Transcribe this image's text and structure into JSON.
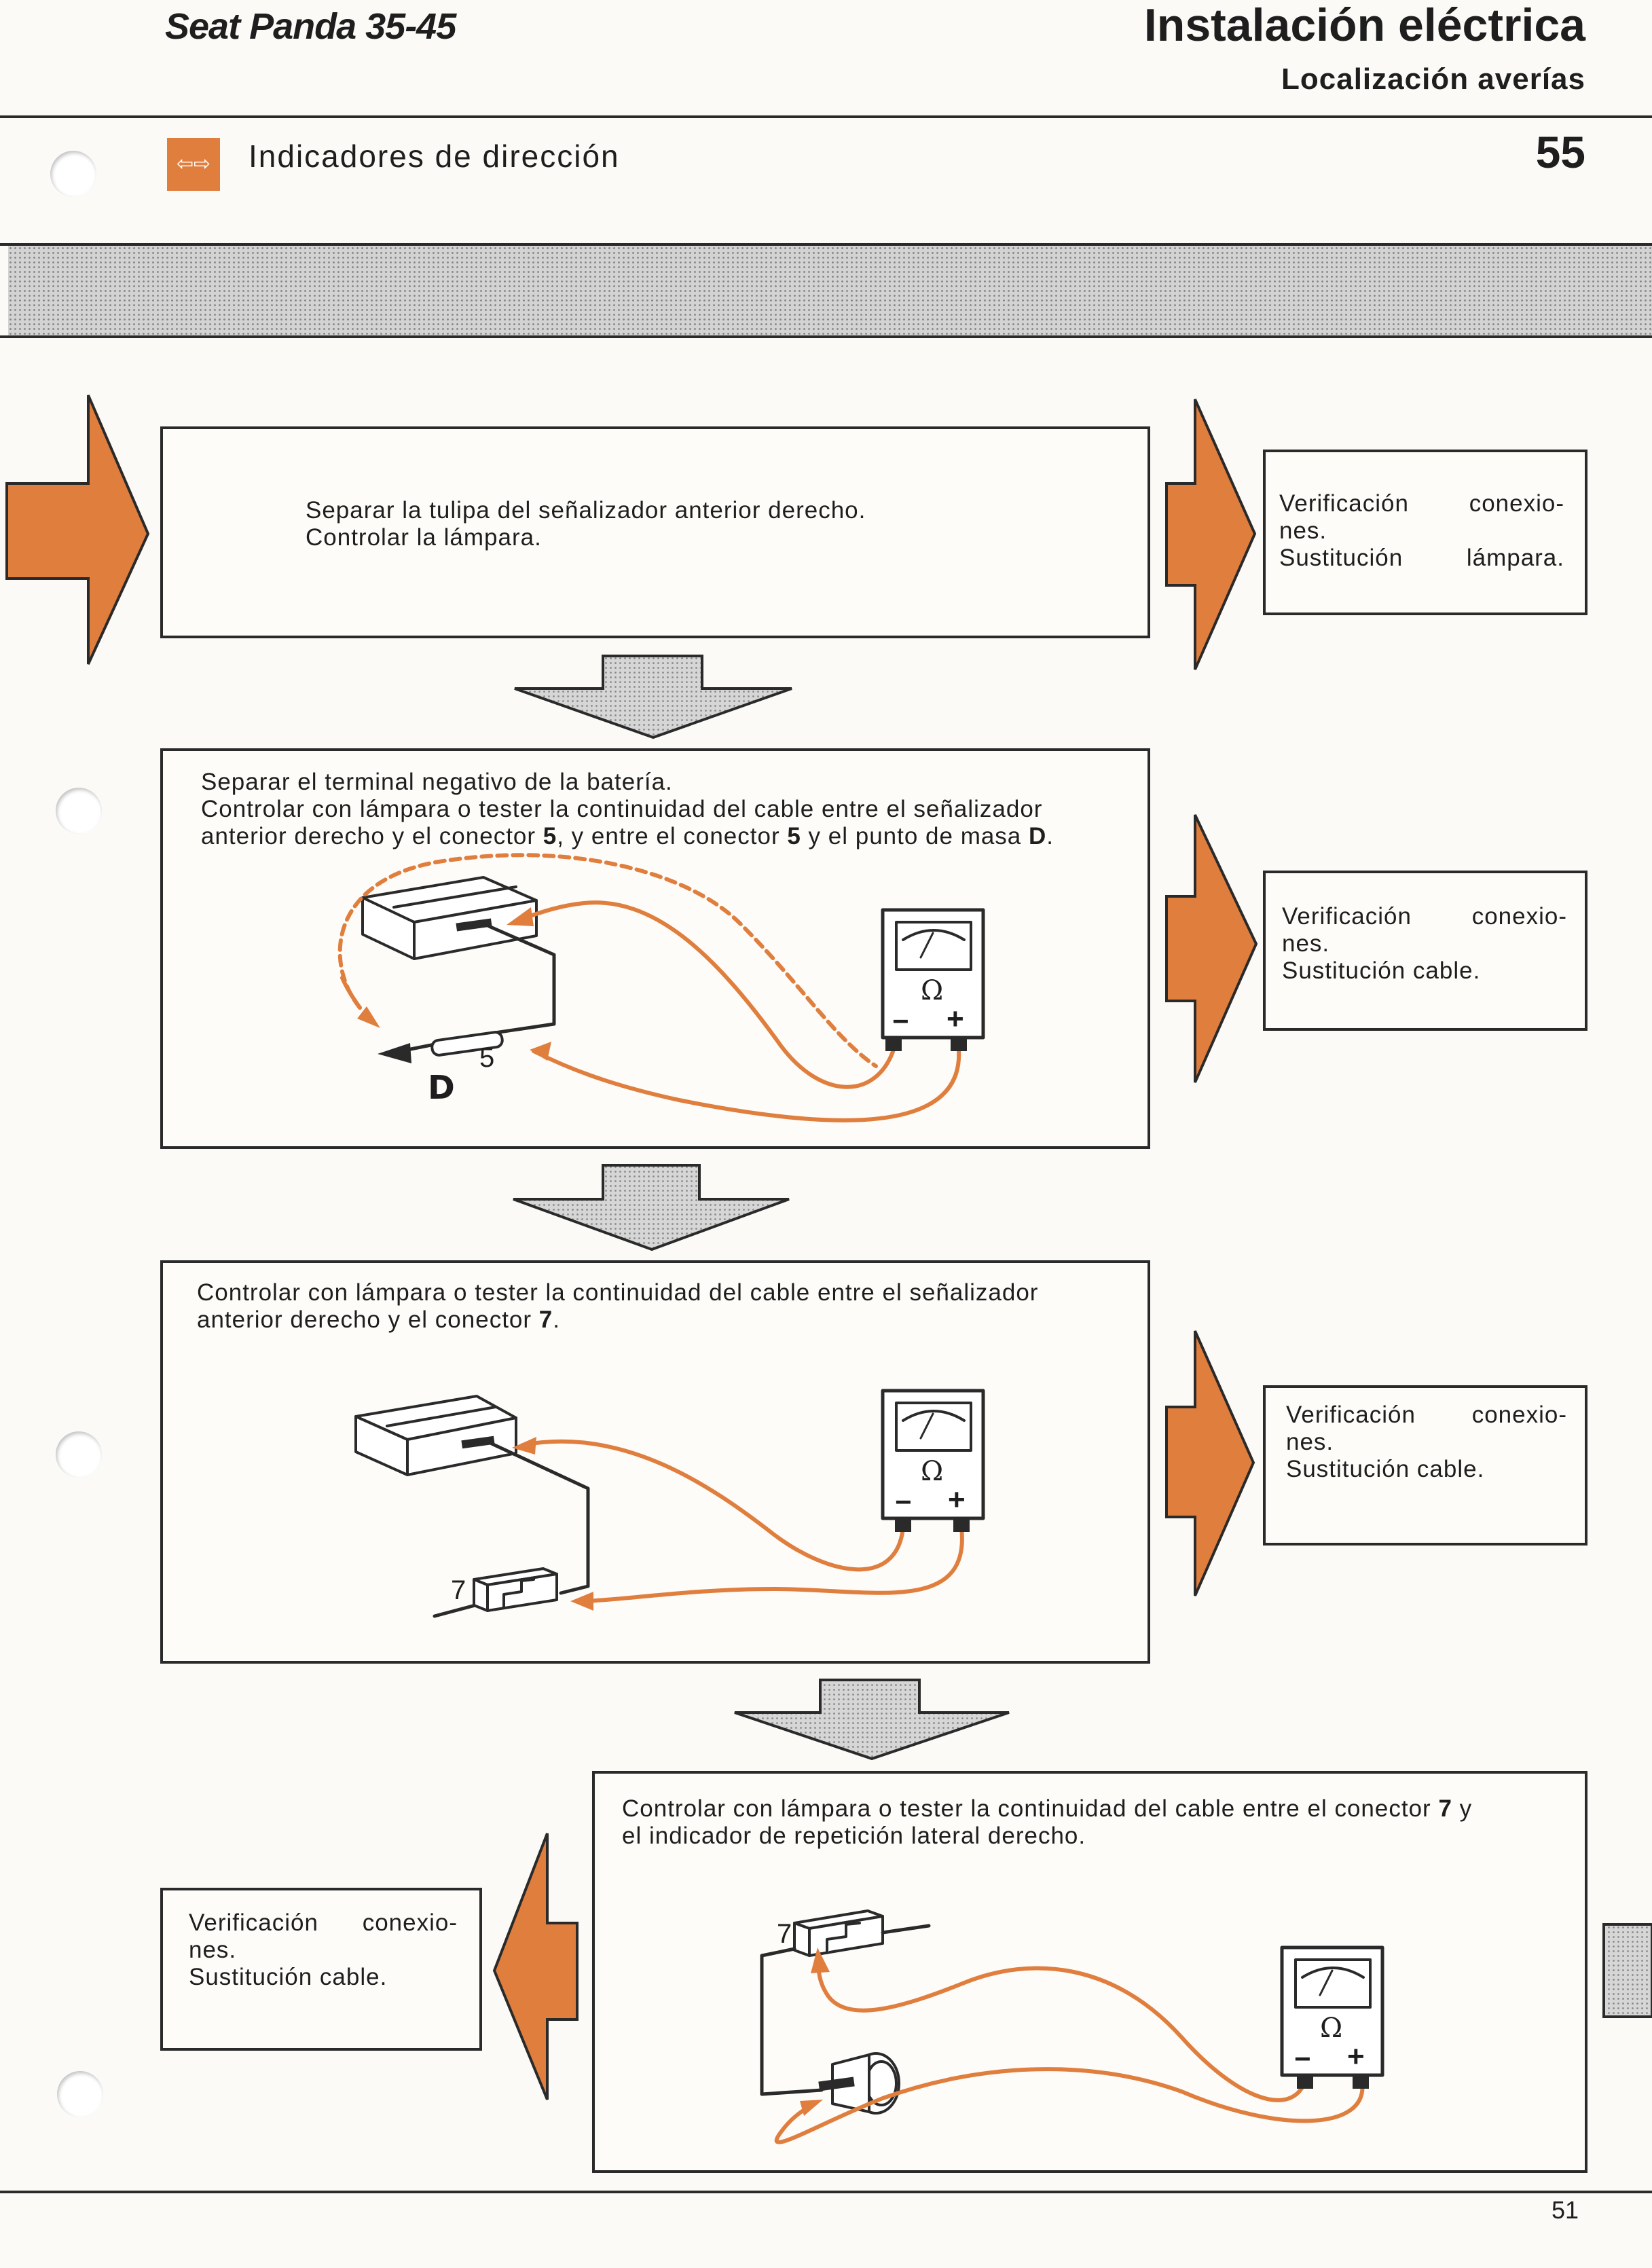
{
  "header": {
    "left_title": "Seat Panda 35-45",
    "right_title": "Instalación eléctrica",
    "right_subtitle": "Localización averías"
  },
  "section": {
    "icon": "turn-signal-arrows-icon",
    "icon_glyph": "⇦⇨",
    "title": "Indicadores de dirección",
    "code": "55"
  },
  "colors": {
    "accent_orange": "#e07e3e",
    "line_dark": "#2a2a2a",
    "stipple_gray": "#bdbdbd"
  },
  "steps": [
    {
      "lines": [
        "Separar la tulipa del señalizador anterior derecho.",
        "Controlar la lámpara."
      ],
      "result": {
        "row1_a": "Verificación",
        "row1_b": "conexio-",
        "row2": "nes.",
        "row3_a": "Sustitución",
        "row3_b": "lámpara."
      }
    },
    {
      "line1": "Separar el terminal negativo de la batería.",
      "line2": "Controlar con lámpara o tester la continuidad del cable entre el señalizador",
      "line3_parts": [
        "anterior derecho y el conector ",
        "5",
        ", y entre el conector ",
        "5",
        " y el punto de masa ",
        "D",
        "."
      ],
      "diagram_labels": {
        "connector": "5",
        "ground": "D",
        "meter_symbol": "Ω",
        "minus": "−",
        "plus": "+"
      },
      "result": {
        "row1_a": "Verificación",
        "row1_b": "conexio-",
        "row2": "nes.",
        "row3": "Sustitución cable."
      }
    },
    {
      "line1": "Controlar con lámpara o tester la continuidad del cable entre el señalizador",
      "line2_parts": [
        "anterior derecho y el conector ",
        "7",
        "."
      ],
      "diagram_labels": {
        "connector": "7",
        "meter_symbol": "Ω",
        "minus": "−",
        "plus": "+"
      },
      "result": {
        "row1_a": "Verificación",
        "row1_b": "conexio-",
        "row2": "nes.",
        "row3": "Sustitución cable."
      }
    },
    {
      "line1_parts": [
        "Controlar con lámpara o tester la continuidad del cable entre el conector ",
        "7",
        " y"
      ],
      "line2": "el indicador de repetición lateral derecho.",
      "diagram_labels": {
        "connector": "7",
        "meter_symbol": "Ω",
        "minus": "−",
        "plus": "+"
      },
      "result": {
        "row1_a": "Verificación",
        "row1_b": "conexio-",
        "row2": "nes.",
        "row3": "Sustitución cable."
      }
    }
  ],
  "footer": {
    "page_number": "51"
  }
}
